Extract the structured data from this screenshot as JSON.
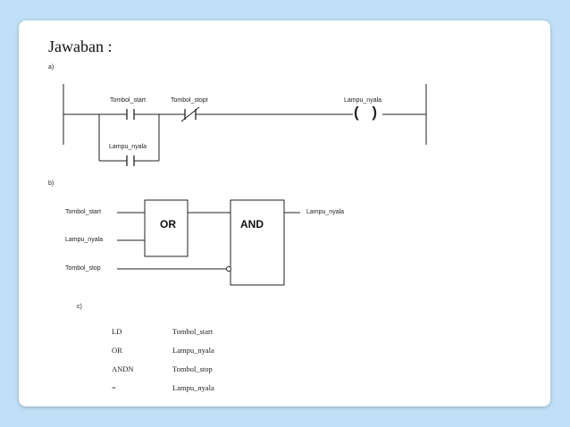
{
  "heading": "Jawaban :",
  "part_a": {
    "label": "a)",
    "contact_start": "Tombol_start",
    "contact_stop": "Tombol_stopt",
    "contact_hold": "Lampu_nyala",
    "coil_label": "Lampu_nyala",
    "coil_symbol": "( )"
  },
  "part_b": {
    "label": "b)",
    "input_start": "Tombol_start",
    "input_hold": "Lampu_nyala",
    "input_stop": "Tombol_stop",
    "gate_or": "OR",
    "gate_and": "AND",
    "output": "Lampu_nyala"
  },
  "part_c": {
    "label": "c)",
    "rows": [
      {
        "op": "LD",
        "operand": "Tombol_start"
      },
      {
        "op": "OR",
        "operand": "Lampu_nyala"
      },
      {
        "op": "ANDN",
        "operand": "Tombol_stop"
      },
      {
        "op": "=",
        "operand": "Lampu_nyala"
      }
    ]
  }
}
